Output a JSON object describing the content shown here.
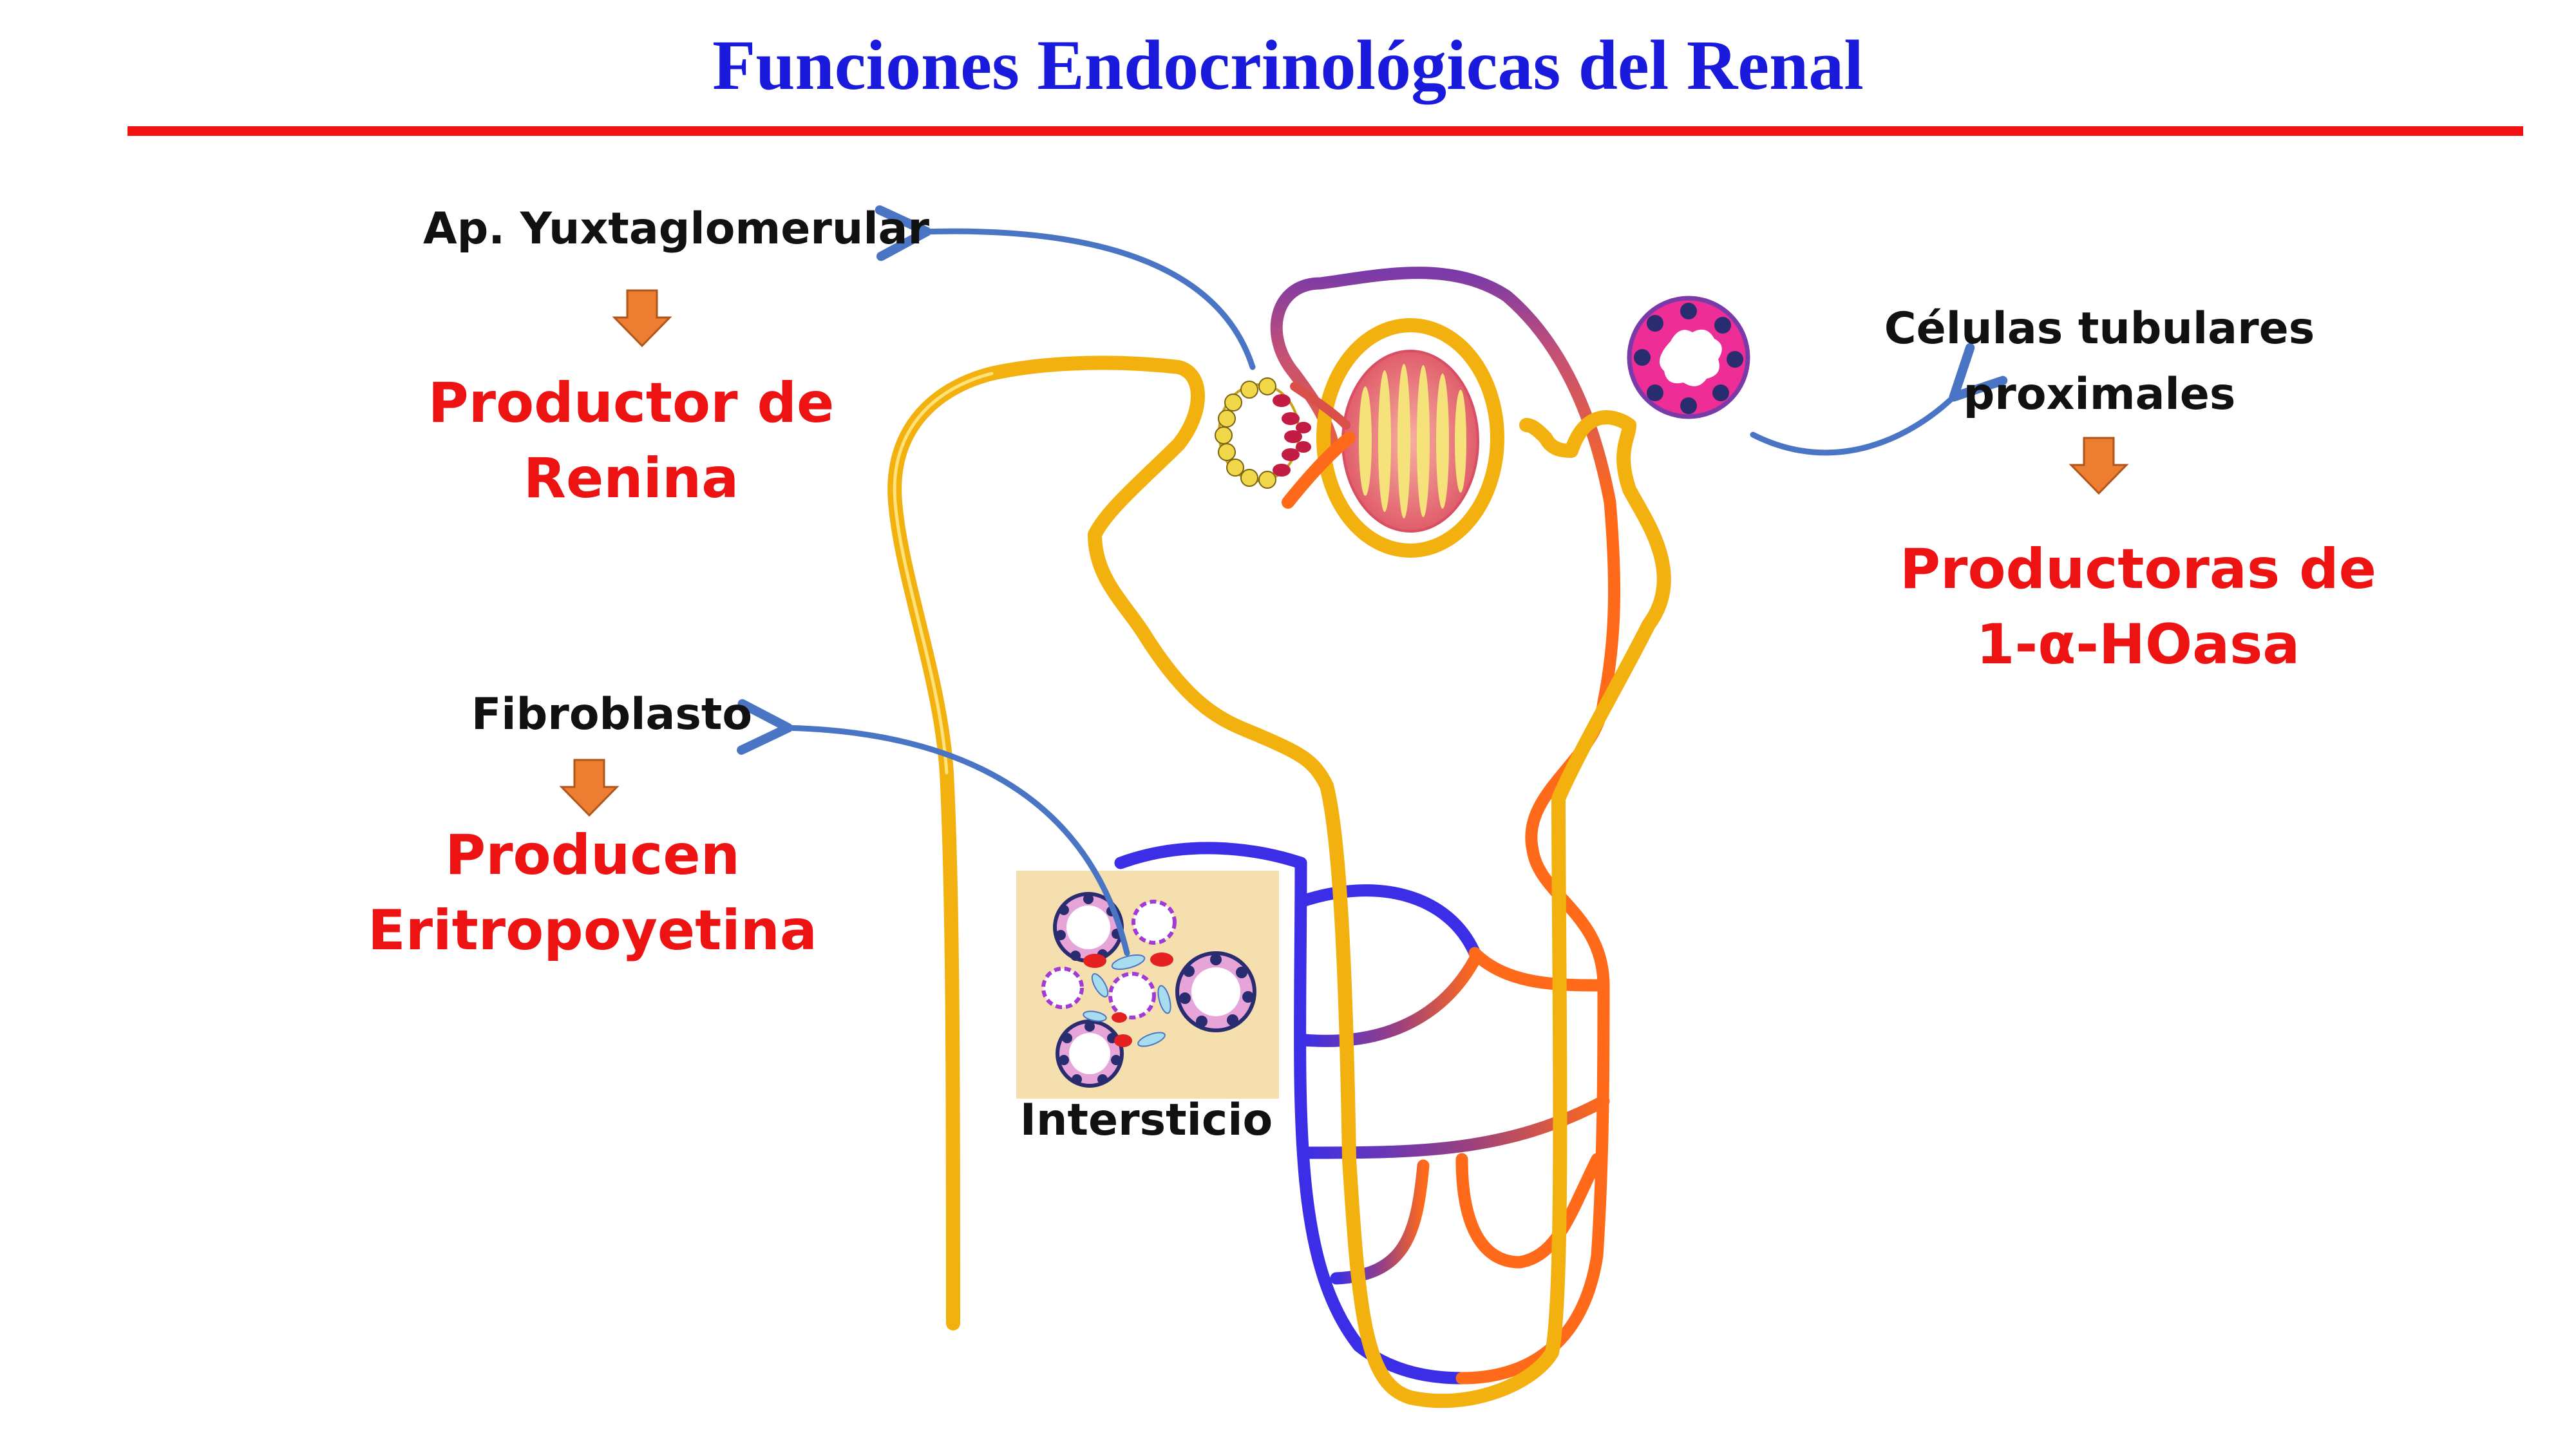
{
  "title": "Funciones Endocrinológicas del Renal",
  "colors": {
    "title": "#1a1adc",
    "rule": "#f21010",
    "label_red": "#ee1313",
    "tubule": "#f2b10f",
    "arrow_curve": "#4a74c4",
    "arrow_down": "#ed7d31",
    "vein": "#3b2ee6",
    "artery": "#ff6a1a"
  },
  "labels": {
    "juxta": "Ap. Yuxtaglomerular",
    "juxta_function": [
      "Productor de",
      "Renina"
    ],
    "tubular": [
      "Células tubulares",
      "proximales"
    ],
    "tubular_function": [
      "Productoras de",
      "1-α-HOasa"
    ],
    "fibroblast": "Fibroblasto",
    "fibroblast_function": [
      "Producen",
      "Eritropoyetina"
    ],
    "interstitium": "Intersticio"
  },
  "icons": {
    "down_arrow": "orange-down-arrow-icon",
    "curved_arrow": "blue-curved-arrow-icon"
  }
}
